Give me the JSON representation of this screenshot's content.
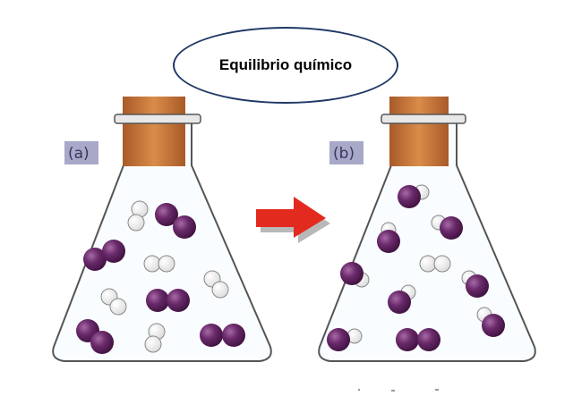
{
  "title": "Equilibrio químico",
  "flasks": [
    {
      "label": "(a)"
    },
    {
      "label": "(b)"
    }
  ],
  "colors": {
    "purple_molecule": "#5b1f5c",
    "purple_highlight": "#a86aa6",
    "white_molecule": "#f4f4f4",
    "cork": "#c77a3e",
    "arrow": "#e32a1e",
    "label_box": "#a8a8c8",
    "glass_outline": "#555555",
    "oval_border": "#1f3864"
  }
}
